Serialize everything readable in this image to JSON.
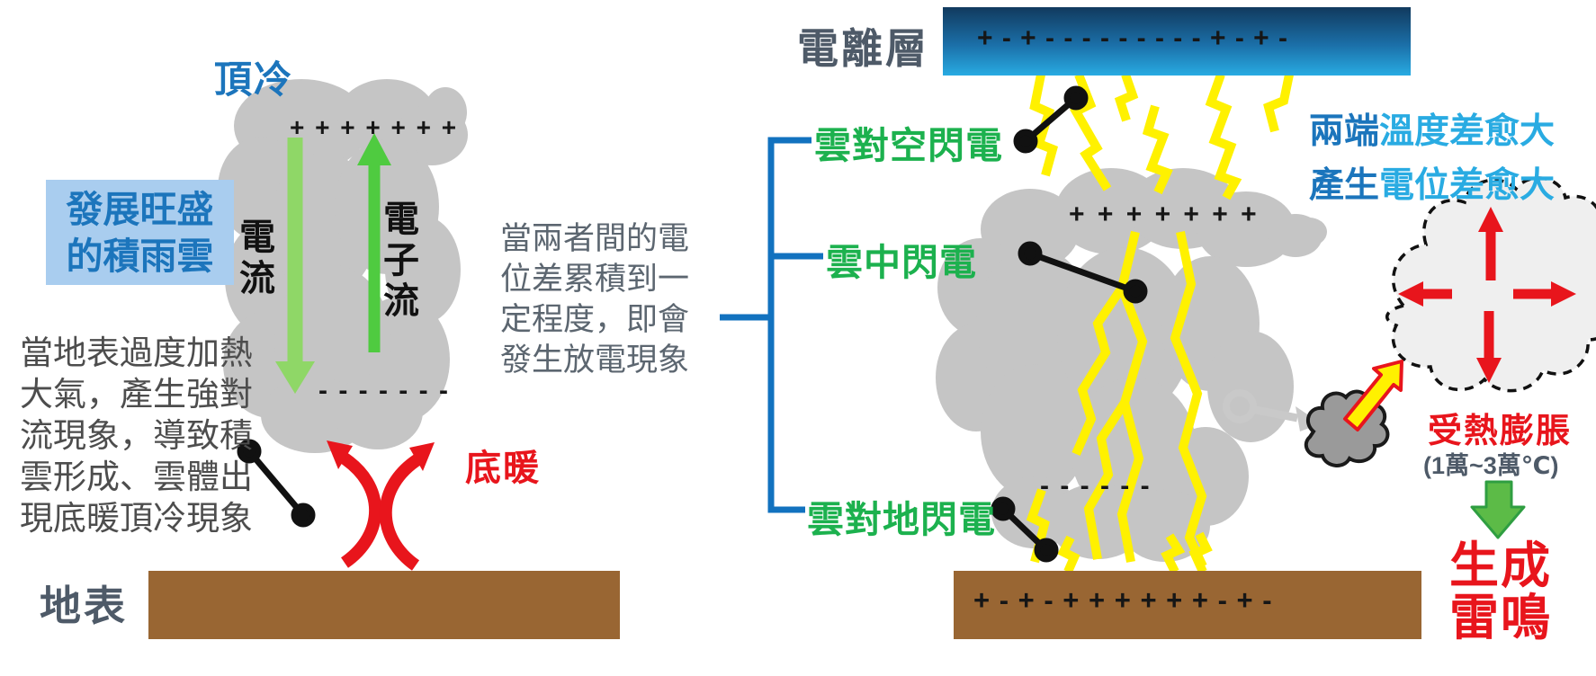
{
  "colors": {
    "accent_blue": "#1C75BC",
    "light_blue_text": "#29ABE2",
    "green_label": "#1CB14E",
    "red": "#E8151C",
    "brown_ground": "#996633",
    "cloud_gray": "#C5C5C5",
    "lightning_yellow": "#FFF100",
    "bracket_blue": "#1272BF",
    "box_blue_bg": "#A9CDEF",
    "slate_text": "#4E5A68"
  },
  "left": {
    "top_cold": "頂冷",
    "bottom_warm": "底暖",
    "ground": "地表",
    "box_line1": "發展旺盛",
    "box_line2": "的積雨雲",
    "current": "電流",
    "electron_flow": "電子流",
    "top_charges": "+ + + + + + +",
    "bottom_charges": "- - - - - - -",
    "desc": [
      "當地表過度加熱",
      "大氣，產生強對",
      "流現象，導致積",
      "雲形成、雲體出",
      "現底暖頂冷現象"
    ]
  },
  "middle": {
    "desc": [
      "當兩者間的電",
      "位差累積到一",
      "定程度，即會",
      "發生放電現象"
    ]
  },
  "right": {
    "ionosphere": "電離層",
    "ionosphere_charges": "+ - + - - - - - - - - - + - + -",
    "cloud_to_air": "雲對空閃電",
    "intra_cloud": "雲中閃電",
    "cloud_to_ground": "雲對地閃電",
    "top_charges": "+ + + + + + +",
    "bottom_charges": "- - - - - -",
    "ground_charges": "+ - + - + + + + + + - + -",
    "temp_line1_strong": "兩端",
    "temp_line1_rest": "溫度差愈大",
    "temp_line2_strong": "產生",
    "temp_line2_rest": "電位差愈大",
    "expansion": "受熱膨脹",
    "temp_range": "(1萬~3萬℃)",
    "thunder1": "生成",
    "thunder2": "雷鳴"
  }
}
